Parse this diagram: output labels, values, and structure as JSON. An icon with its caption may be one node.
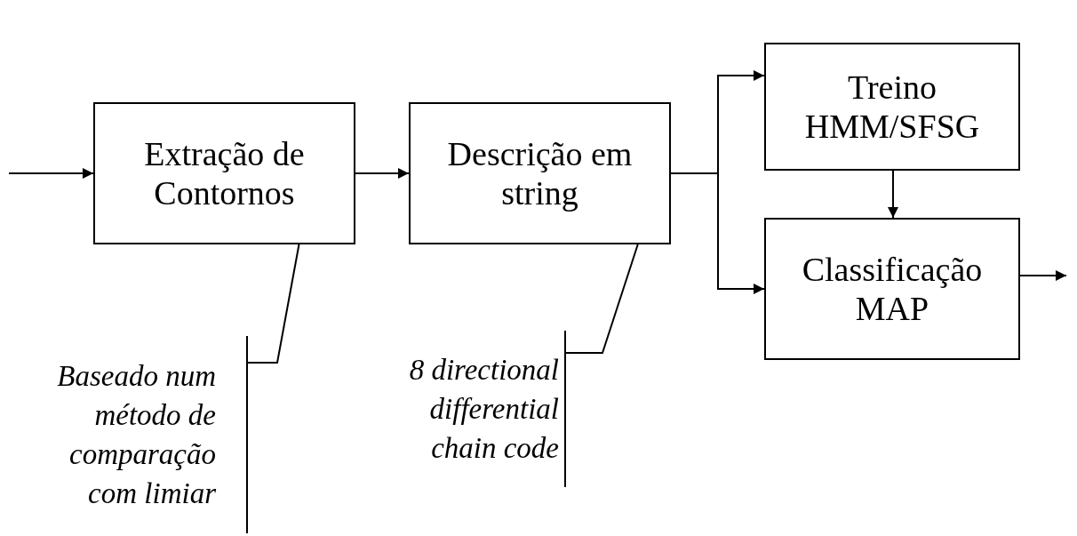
{
  "diagram": {
    "nodes": [
      {
        "text": [
          "Extração de Contornos"
        ]
      },
      {
        "text": [
          "Descrição em string"
        ]
      },
      {
        "text": [
          "Treino HMM/SFSG"
        ]
      },
      {
        "text": [
          "Classificação MAP"
        ]
      },
      {
        "text": [
          "Baseado num método de comparação com limiar"
        ]
      },
      {
        "text": [
          "8 directional differential chain code"
        ]
      }
    ],
    "edges": [
      {
        "from": null,
        "to": 0,
        "arrow": "to"
      },
      {
        "from": 0,
        "to": 1,
        "arrow": "to"
      },
      {
        "from": 1,
        "to": 2,
        "arrow": "to"
      },
      {
        "from": 1,
        "to": 3,
        "arrow": "to"
      },
      {
        "from": 2,
        "to": 3,
        "arrow": "to"
      },
      {
        "from": 3,
        "to": null,
        "arrow": "to"
      },
      {
        "from": 4,
        "to": 0,
        "arrow": "none"
      },
      {
        "from": 5,
        "to": 1,
        "arrow": "none"
      }
    ]
  }
}
